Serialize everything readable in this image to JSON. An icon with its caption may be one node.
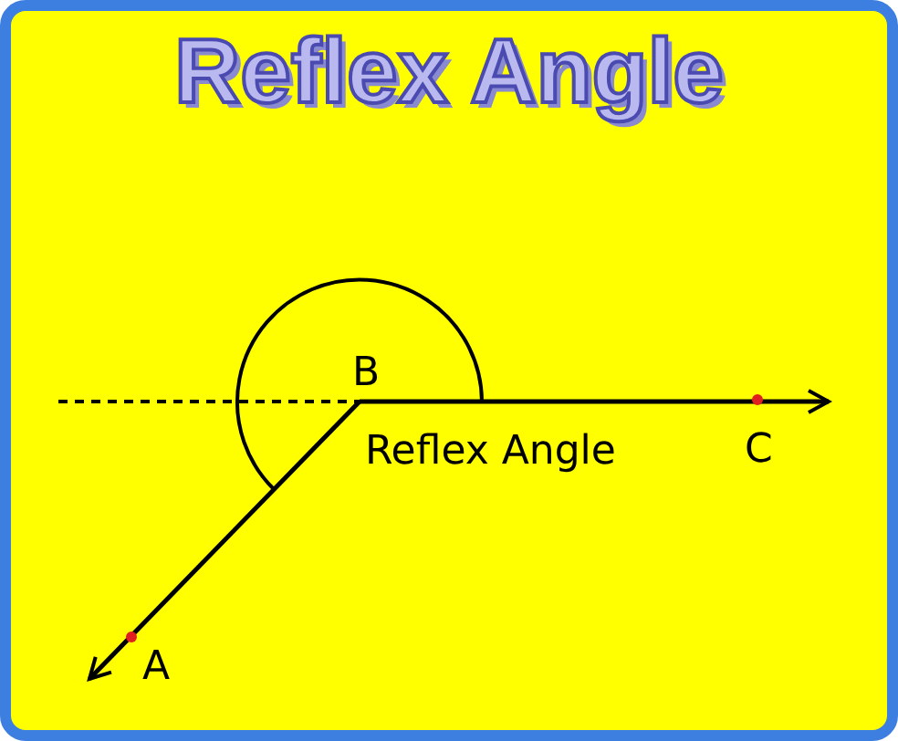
{
  "diagram": {
    "title": "Reflex Angle",
    "labels": [
      "B",
      "Reflex Angle",
      "C",
      "A"
    ]
  }
}
